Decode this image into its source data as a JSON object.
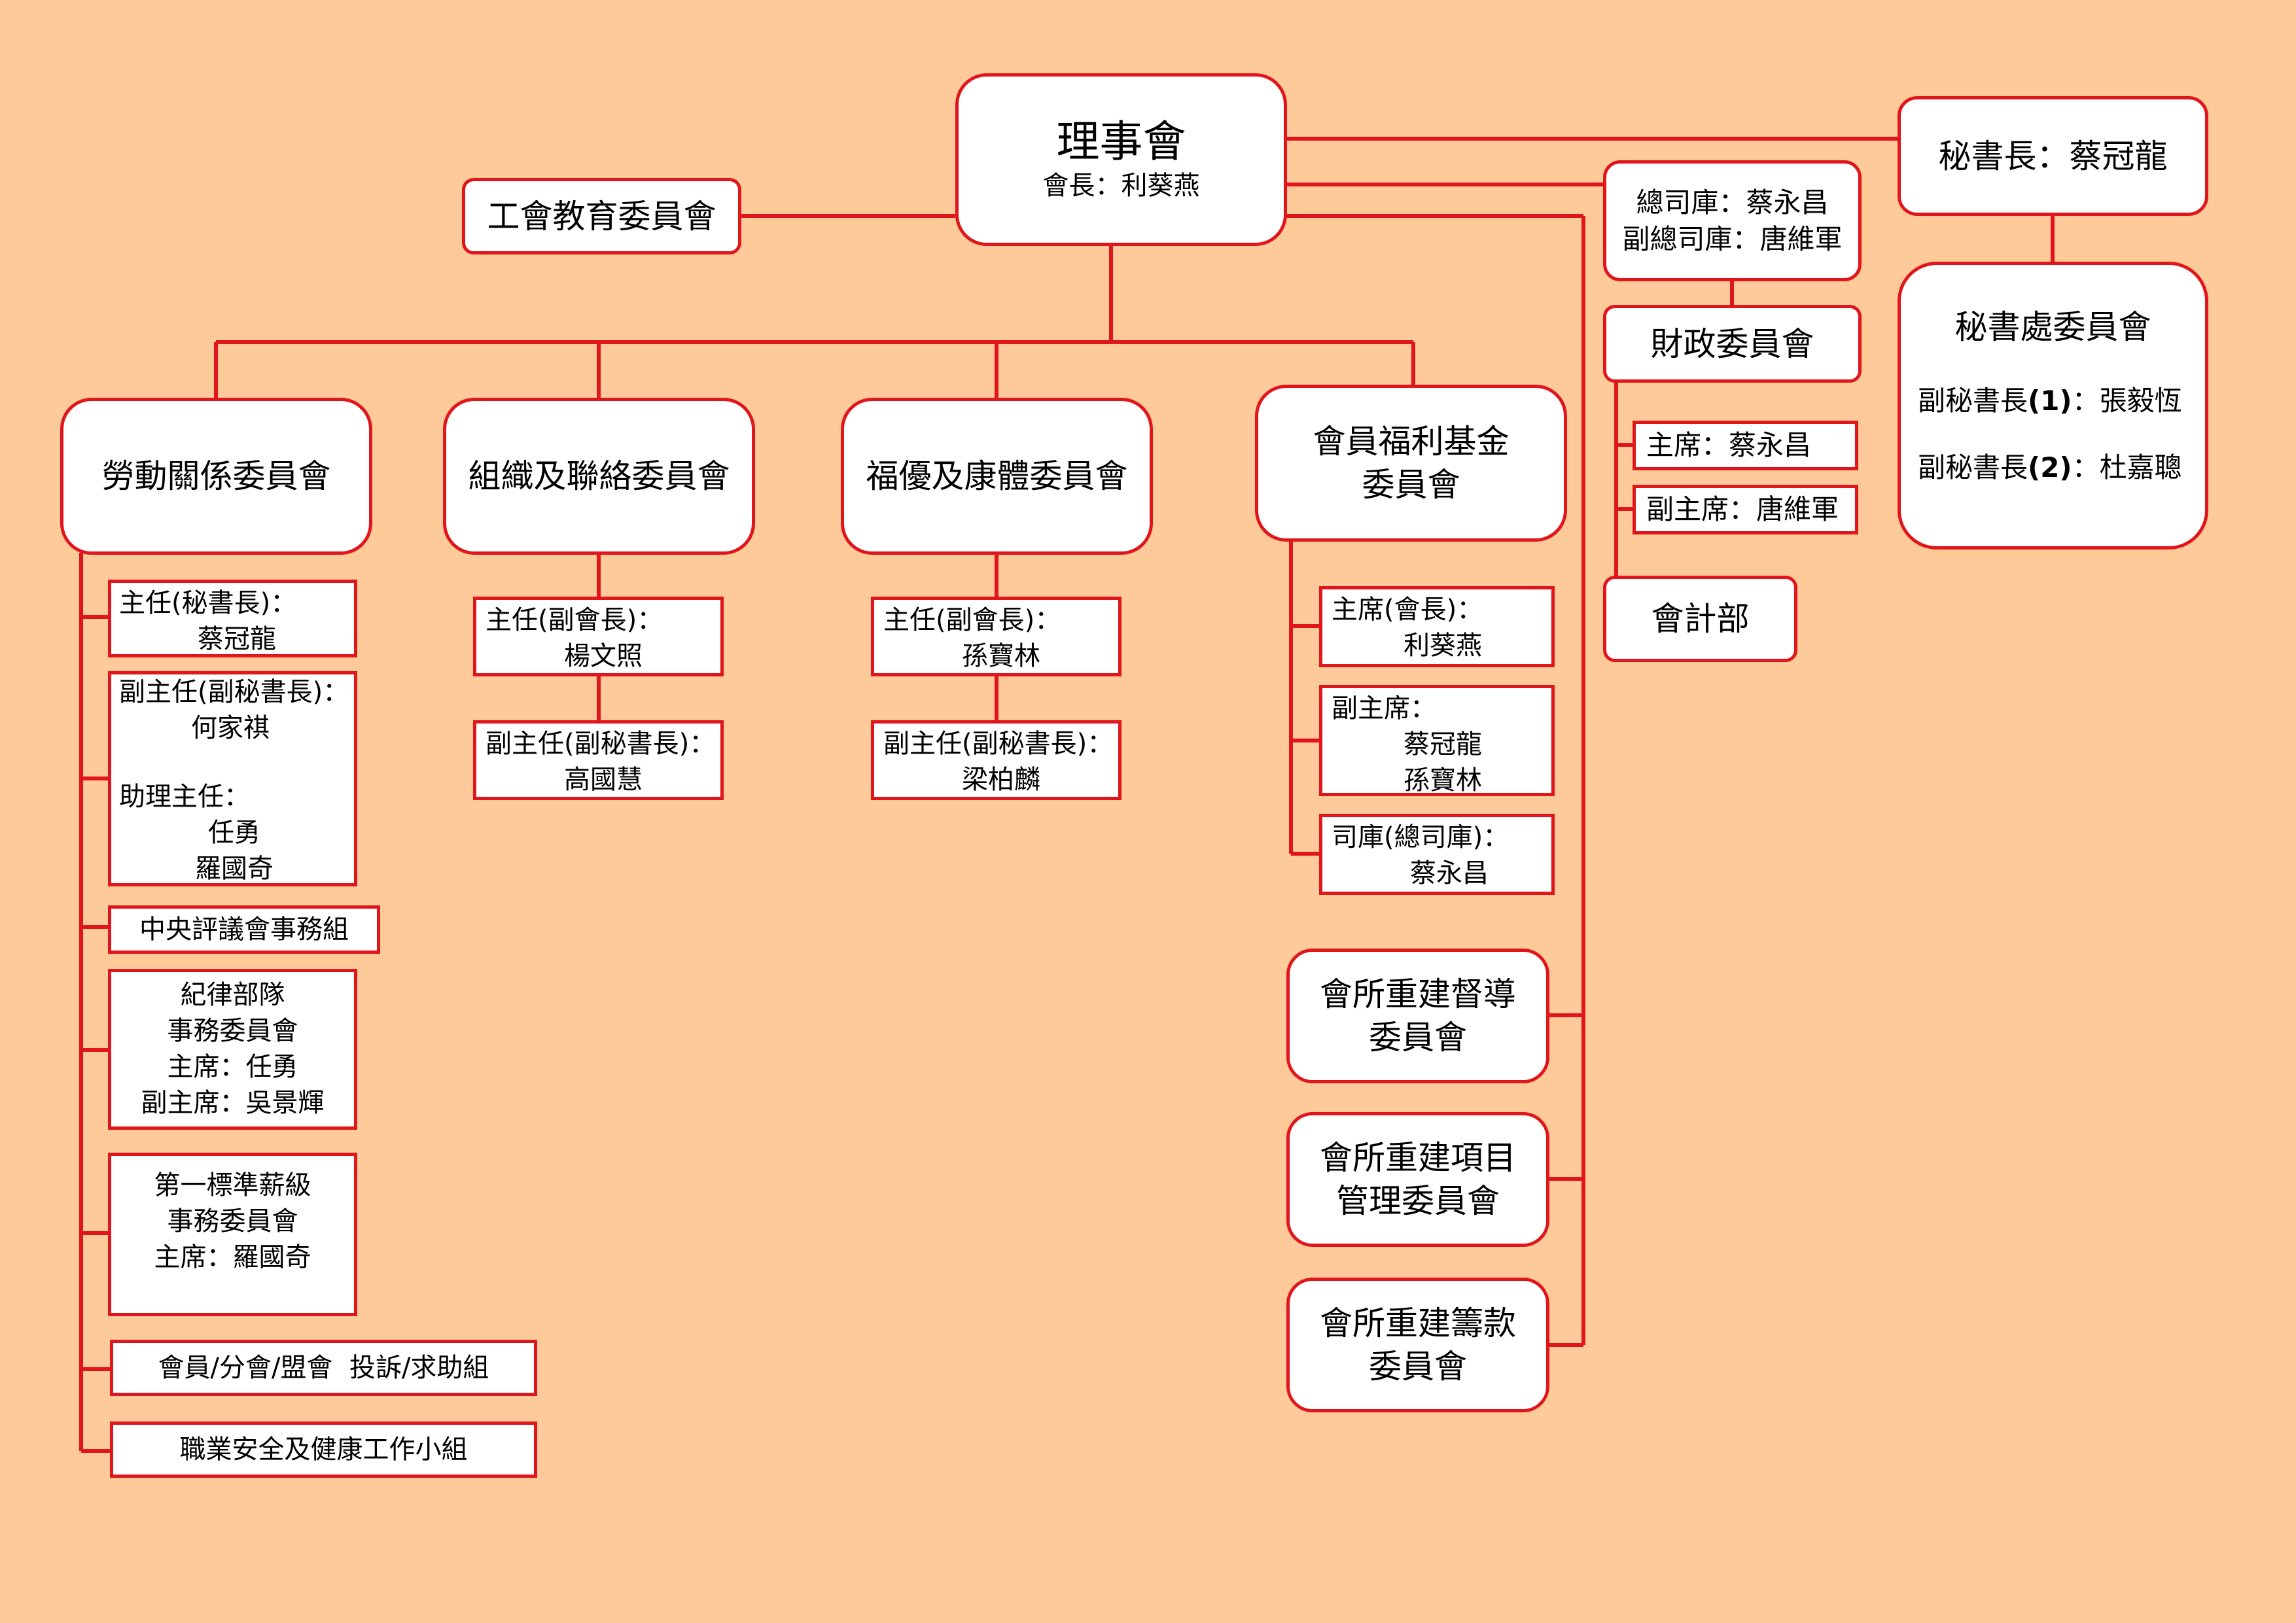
{
  "board": {
    "title": "理事會",
    "subtitle": "會長：利葵燕"
  },
  "education": {
    "title": "工會教育委員會"
  },
  "secretary_general": {
    "title": "秘書長：蔡冠龍"
  },
  "secretariat": {
    "title": "秘書處委員會",
    "deputy1_label": "副秘書長",
    "deputy1_num": "(1)",
    "deputy1_name": "：張毅恆",
    "deputy2_label": "副秘書長",
    "deputy2_num": "(2)",
    "deputy2_name": "：杜嘉聰"
  },
  "treasurer": {
    "line1": "總司庫：蔡永昌",
    "line2": "副總司庫：唐維軍"
  },
  "finance": {
    "title": "財政委員會",
    "chair": "主席：蔡永昌",
    "vice_chair": "副主席：唐維軍",
    "accounting": "會計部"
  },
  "labour": {
    "title": "勞動關係委員會",
    "director_label": "主任(秘書長)：",
    "director_name": "蔡冠龍",
    "deputy_label": "副主任(副秘書長)：",
    "deputy_name": "何家祺",
    "assistant_label": "助理主任：",
    "assistant_1": "任勇",
    "assistant_2": "羅國奇",
    "central_council": "中央評議會事務組",
    "disciplined_1": "紀律部隊",
    "disciplined_2": "事務委員會",
    "disciplined_3": "主席：任勇",
    "disciplined_4": "副主席：吳景輝",
    "salary_1": "第一標準薪級",
    "salary_2": "事務委員會",
    "salary_3": "主席：羅國奇",
    "complaints": "會員/分會/盟會  投訴/求助組",
    "safety": "職業安全及健康工作小組"
  },
  "organisation": {
    "title": "組織及聯絡委員會",
    "director_label": "主任(副會長)：",
    "director_name": "楊文照",
    "deputy_label": "副主任(副秘書長)：",
    "deputy_name": "高國慧"
  },
  "welfare": {
    "title": "福優及康體委員會",
    "director_label": "主任(副會長)：",
    "director_name": "孫寶林",
    "deputy_label": "副主任(副秘書長)：",
    "deputy_name": "梁柏麟"
  },
  "fund": {
    "title_1": "會員福利基金",
    "title_2": "委員會",
    "chair_label": "主席(會長)：",
    "chair_name": "利葵燕",
    "vice_label": "副主席：",
    "vice_1": "蔡冠龍",
    "vice_2": "孫寶林",
    "treasurer_label": "司庫(總司庫)：",
    "treasurer_name": "蔡永昌"
  },
  "rebuild": {
    "supervision_1": "會所重建督導",
    "supervision_2": "委員會",
    "project_1": "會所重建項目",
    "project_2": "管理委員會",
    "fundraising_1": "會所重建籌款",
    "fundraising_2": "委員會"
  },
  "colors": {
    "background": "#ffca99",
    "line": "#e0161c",
    "box": "#ffffff"
  }
}
